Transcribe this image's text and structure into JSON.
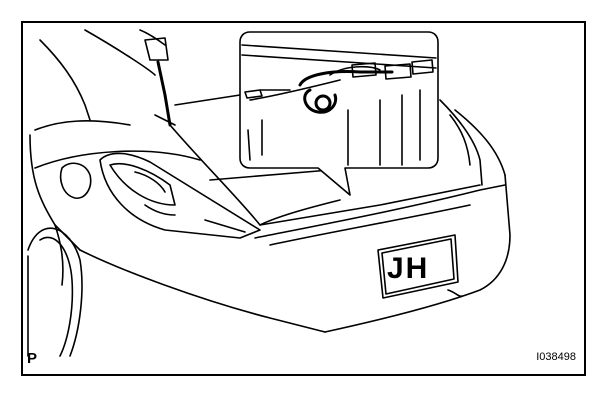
{
  "figure": {
    "corner_label": "P",
    "figure_code": "I038498"
  },
  "plate": {
    "text": "JH"
  },
  "colors": {
    "line": "#000000",
    "background": "#ffffff"
  }
}
